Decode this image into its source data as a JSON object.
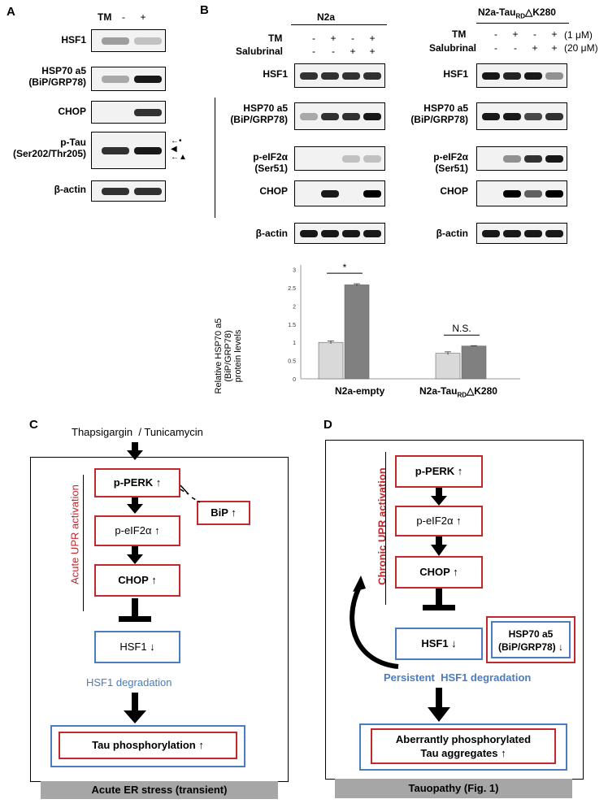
{
  "panelA": {
    "label": "A",
    "tm_label": "TM",
    "signs": [
      "-",
      "+"
    ],
    "blots": [
      "HSF1",
      "HSP70 a5\n(BiP/GRP78)",
      "CHOP",
      "p-Tau\n(Ser202/Thr205)",
      "β-actin"
    ],
    "arrows": [
      "←•",
      "◀",
      "←▲"
    ]
  },
  "panelB": {
    "label": "B",
    "group1": "N2a",
    "group2_prefix": "N2a-Tau",
    "group2_sub": "RD",
    "group2_suffix": "△K280",
    "row_tm": "TM",
    "row_salubrinal": "Salubrinal",
    "tm_signs": [
      "-",
      "+",
      "-",
      "+"
    ],
    "sal_signs": [
      "-",
      "-",
      "+",
      "+"
    ],
    "dose_tm": "(1 μM)",
    "dose_sal": "(20 μM)",
    "blots_left": [
      "HSF1",
      "HSP70 a5\n(BiP/GRP78)",
      "p-eIF2α\n(Ser51)",
      "CHOP",
      "β-actin"
    ],
    "blots_right": [
      "HSF1",
      "HSP70 a5\n(BiP/GRP78)",
      "p-eIF2α\n(Ser51)",
      "CHOP",
      "β-actin"
    ]
  },
  "chart_data": {
    "type": "bar",
    "categories": [
      "N2a-empty",
      "N2a-TauRD△K280"
    ],
    "series": [
      {
        "values": [
          1.0,
          0.7
        ]
      },
      {
        "values": [
          2.58,
          0.9
        ]
      }
    ],
    "errors": [
      [
        0.04,
        0.04
      ],
      [
        0.03,
        0.01
      ]
    ],
    "ylabel": "Relative HSP70 a5\n(BiP/GRP78)\nprotein levels",
    "yticks": [
      "0",
      "0.5",
      "1",
      "1.5",
      "2",
      "2.5",
      "3"
    ],
    "ylim": [
      0,
      3
    ],
    "annotations": [
      "*",
      "N.S."
    ],
    "colors": [
      "#d9d9d9",
      "#808080"
    ]
  },
  "panelC": {
    "label": "C",
    "top_text": "Thapsigargin  / Tunicamycin",
    "side_text": "Acute UPR activation",
    "perk": "p-PERK ↑",
    "bip": "BiP ↑",
    "eif2a": "p-eIF2α ↑",
    "chop": "CHOP ↑",
    "hsf1": "HSF1 ↓",
    "degr": "HSF1 degradation",
    "tau": "Tau phosphorylation ↑",
    "footer": "Acute  ER stress (transient)"
  },
  "panelD": {
    "label": "D",
    "side_text": "Chronic UPR activation",
    "perk": "p-PERK ↑",
    "eif2a": "p-eIF2α ↑",
    "chop": "CHOP ↑",
    "hsf1": "HSF1 ↓",
    "hsp": "HSP70 a5\n(BiP/GRP78) ↓",
    "degr": "Persistent  HSF1 degradation",
    "tau1": "Aberrantly phosphorylated",
    "tau2": "Tau aggregates ↑",
    "footer": "Tauopathy  (Fig. 1)"
  },
  "colors": {
    "red": "#c0282e",
    "blue": "#4a7cc0"
  }
}
